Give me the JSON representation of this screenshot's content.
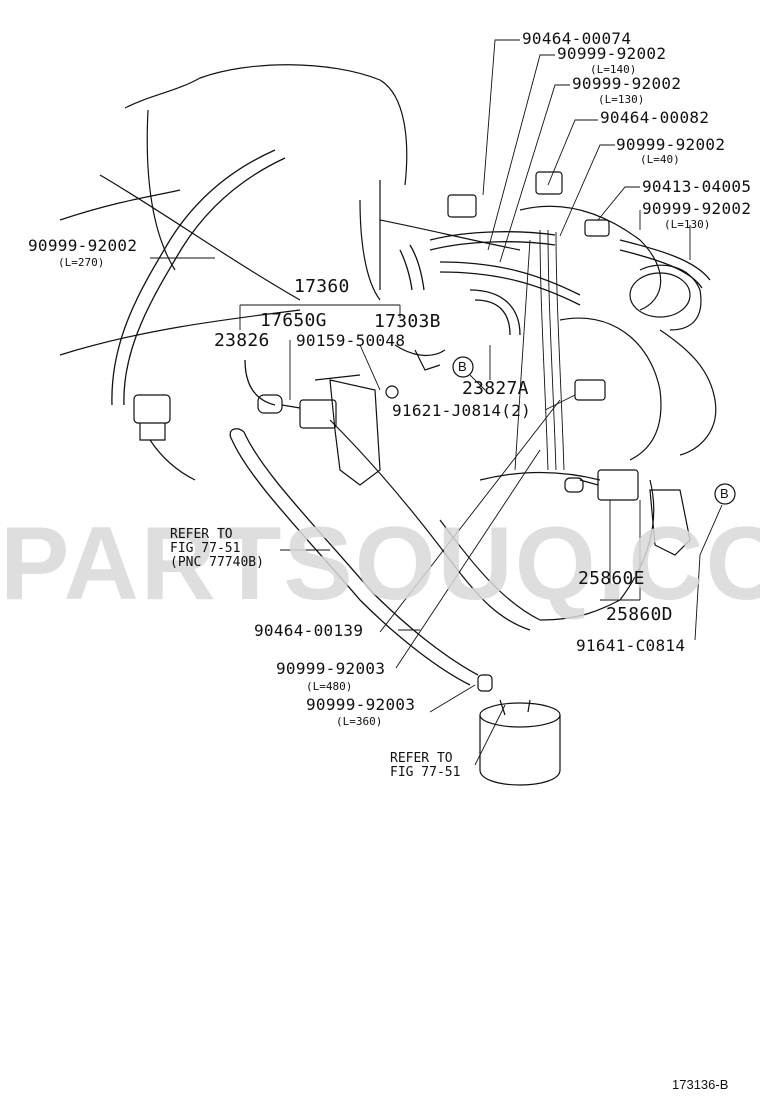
{
  "watermark": "PARTSOUQ.COM",
  "figure_code": "173136-B",
  "callout_letter": "B",
  "labels": {
    "p_90464_00074": "90464-00074",
    "p_90999_92002_a": "90999-92002",
    "len_140": "(L=140)",
    "p_90999_92002_b": "90999-92002",
    "len_130_a": "(L=130)",
    "p_90464_00082": "90464-00082",
    "p_90999_92002_c": "90999-92002",
    "len_40": "(L=40)",
    "p_90413_04005": "90413-04005",
    "p_90999_92002_d": "90999-92002",
    "len_130_b": "(L=130)",
    "p_90999_92002_left": "90999-92002",
    "len_270": "(L=270)",
    "p_17360": "17360",
    "p_17650G": "17650G",
    "p_17303B": "17303B",
    "p_23826": "23826",
    "p_90159_50048": "90159-50048",
    "p_23827A": "23827A",
    "p_91621_J0814": "91621-J0814(2)",
    "ref_fig_1": "REFER TO\nFIG 77-51\n(PNC 77740B)",
    "p_25860E": "25860E",
    "p_25860D": "25860D",
    "p_91641_C0814": "91641-C0814",
    "p_90464_00139": "90464-00139",
    "p_90999_92003_a": "90999-92003",
    "len_480": "(L=480)",
    "p_90999_92003_b": "90999-92003",
    "len_360": "(L=360)",
    "ref_fig_2": "REFER TO\nFIG 77-51"
  }
}
